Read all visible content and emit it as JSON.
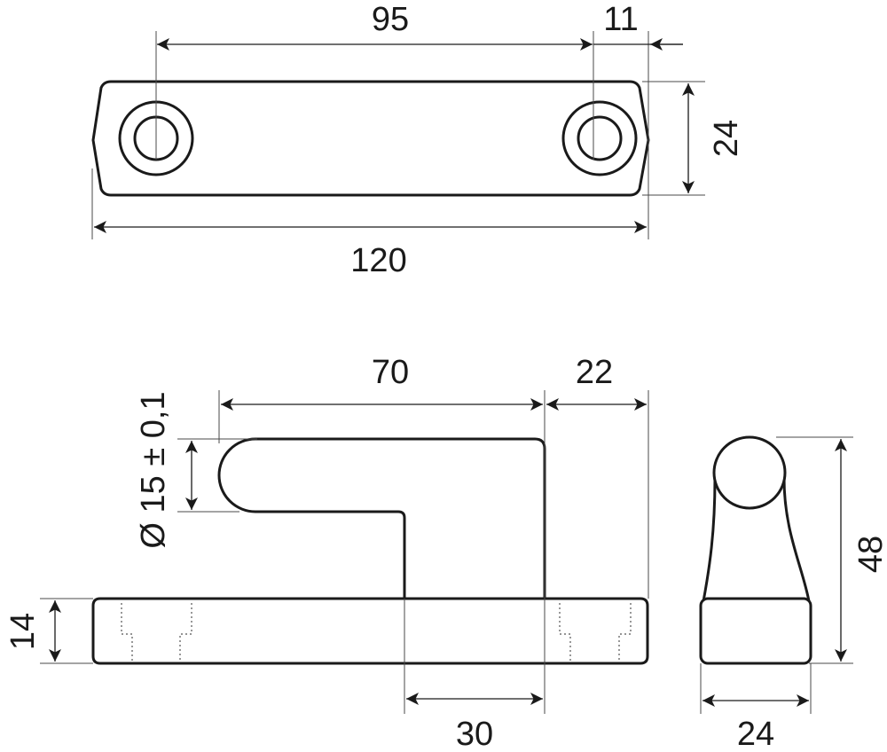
{
  "top_view": {
    "dim_hole_spacing": "95",
    "dim_hole_to_end": "11",
    "dim_width": "24",
    "dim_length": "120"
  },
  "front_view": {
    "dim_span": "70",
    "dim_right_offset": "22",
    "dim_diameter": "Ø 15 ± 0,1",
    "dim_base_height": "14",
    "dim_slot_width": "30"
  },
  "side_view": {
    "dim_height": "48",
    "dim_width": "24"
  }
}
